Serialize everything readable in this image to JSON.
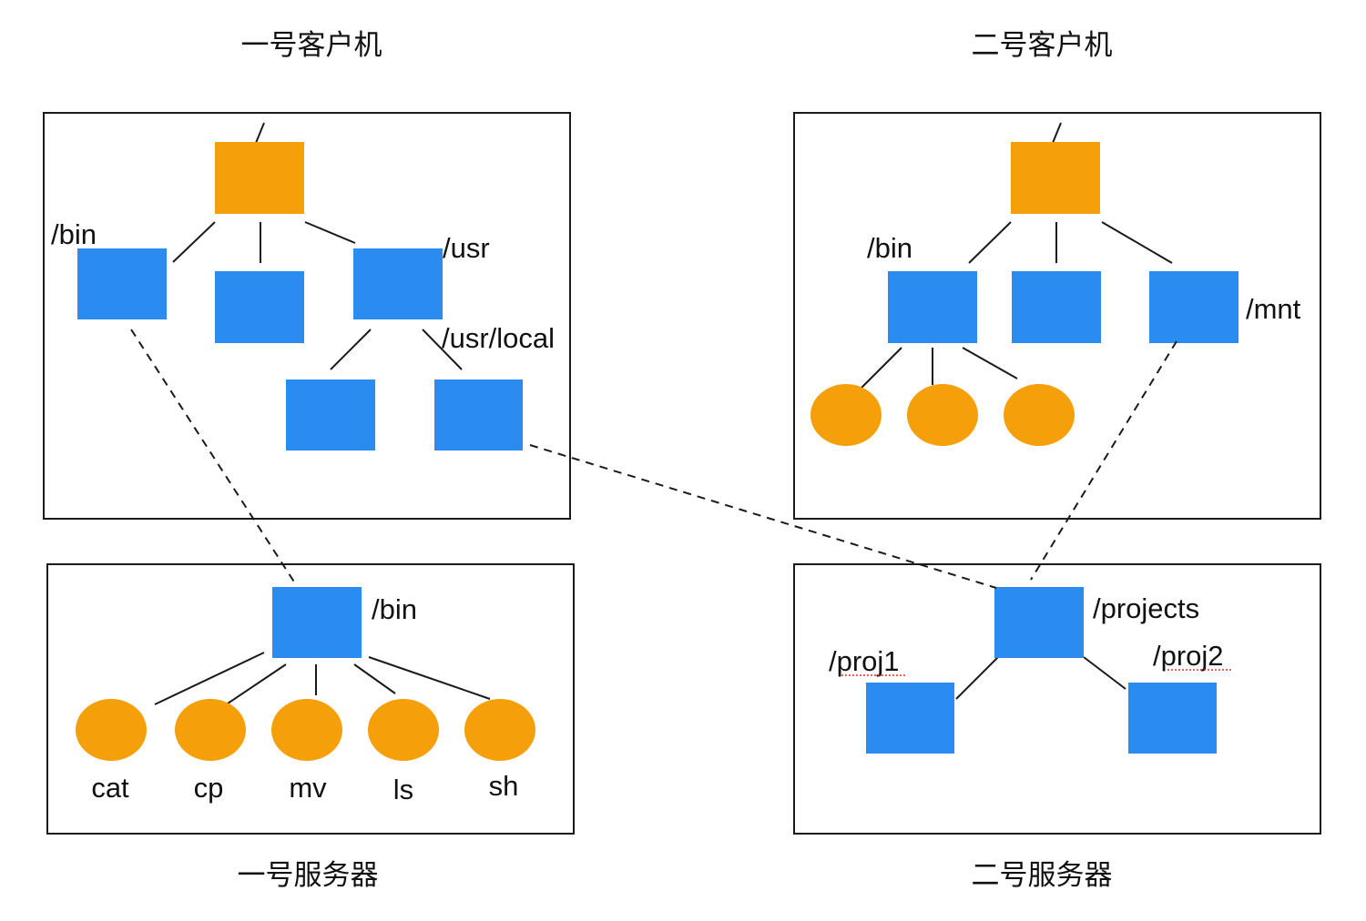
{
  "titles": {
    "client1": "一号客户机",
    "client2": "二号客户机",
    "server1": "一号服务器",
    "server2": "二号服务器"
  },
  "client1": {
    "root_label": "/",
    "bin_label": "/bin",
    "usr_label": "/usr",
    "usr_local_label": "/usr/local"
  },
  "client2": {
    "root_label": "/",
    "bin_label": "/bin",
    "mnt_label": "/mnt"
  },
  "server1": {
    "bin_label": "/bin",
    "files": [
      "cat",
      "cp",
      "mv",
      "ls",
      "sh"
    ]
  },
  "server2": {
    "projects_label": "/projects",
    "proj1_label": "/proj1",
    "proj2_label": "/proj2"
  },
  "colors": {
    "directory": "#2A8CF0",
    "root_and_file": "#F59F0B",
    "line": "#1a1a1a"
  }
}
